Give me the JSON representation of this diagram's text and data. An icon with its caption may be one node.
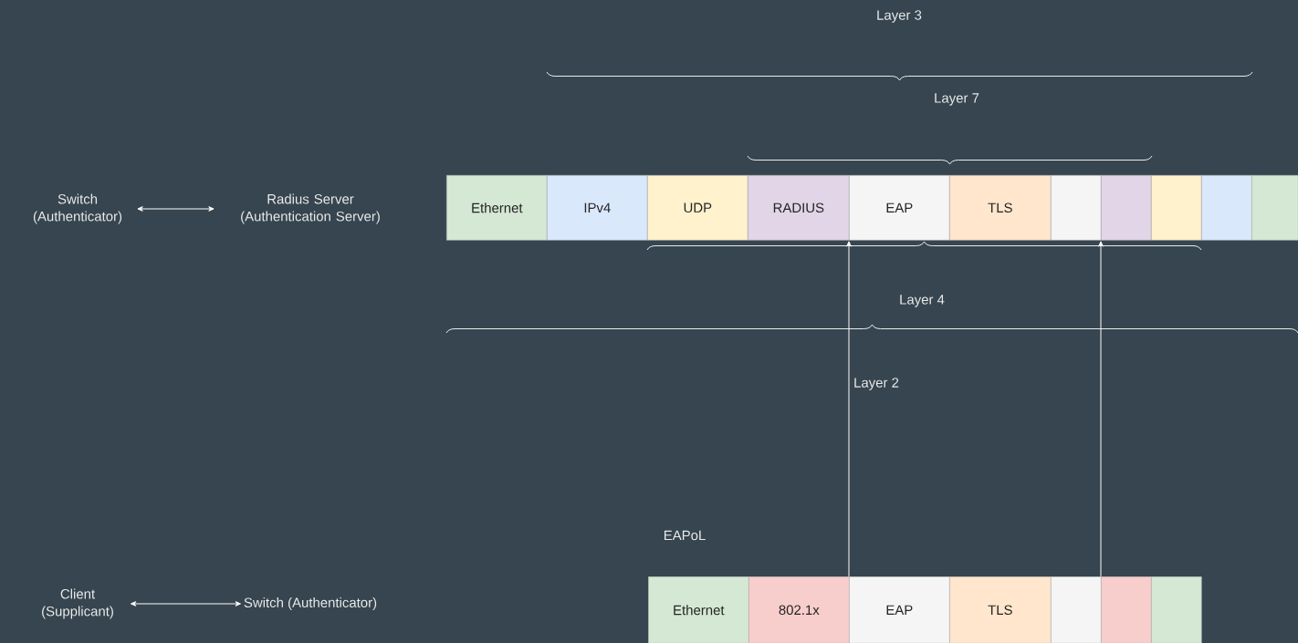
{
  "diagram": {
    "nodes": [
      {
        "text": [
          "Switch (Authenticator)"
        ]
      },
      {
        "text": [
          "Radius Server (Authentication Server)"
        ]
      },
      {
        "text": [
          "Ethernet"
        ]
      },
      {
        "text": [
          "IPv4"
        ]
      },
      {
        "text": [
          "UDP"
        ]
      },
      {
        "text": [
          "RADIUS"
        ]
      },
      {
        "text": [
          "EAP"
        ]
      },
      {
        "text": [
          "TLS"
        ]
      },
      {
        "text": [],
        "shape": "box"
      },
      {
        "text": [],
        "shape": "box"
      },
      {
        "text": [],
        "shape": "box"
      },
      {
        "text": [],
        "shape": "box"
      },
      {
        "text": [],
        "shape": "box"
      },
      {
        "text": [
          "Client (Supplicant)"
        ]
      },
      {
        "text": [
          "Switch (Authenticator)"
        ]
      },
      {
        "text": [
          "Ethernet"
        ]
      },
      {
        "text": [
          "802.1x"
        ]
      },
      {
        "text": [
          "EAP"
        ]
      },
      {
        "text": [
          "TLS"
        ]
      },
      {
        "text": [],
        "shape": "box"
      },
      {
        "text": [],
        "shape": "box"
      },
      {
        "text": [],
        "shape": "box"
      }
    ],
    "edges": [
      {
        "from": 0,
        "to": 1,
        "arrow": "both"
      },
      {
        "from": 13,
        "to": 14,
        "arrow": "both"
      },
      {
        "from": 17,
        "to": 6,
        "arrow": "to"
      },
      {
        "from": 20,
        "to": 9,
        "arrow": "to"
      }
    ],
    "labels": [
      "Layer 3",
      "Layer 7",
      "Layer 4",
      "Layer 2",
      "EAPoL"
    ]
  }
}
